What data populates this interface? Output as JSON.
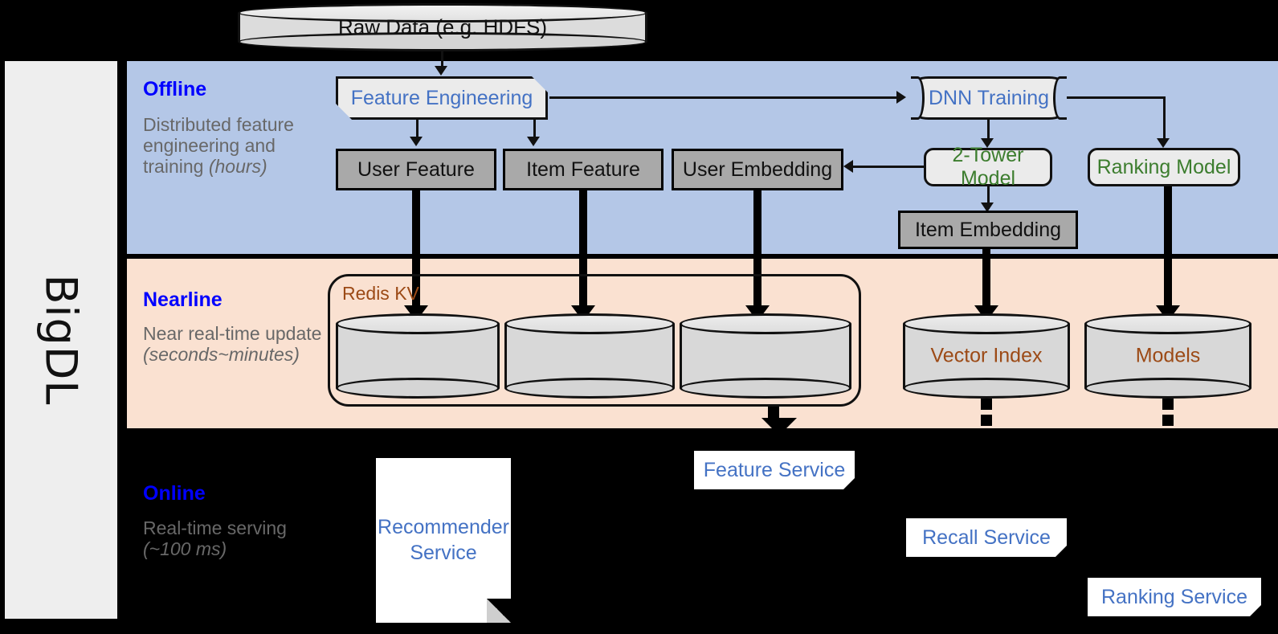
{
  "rail": {
    "label": "BigDL"
  },
  "bands": [
    {
      "id": "offline",
      "title": "Offline",
      "sub_line1": "Distributed feature engineering and training ",
      "sub_italic": "(hours)"
    },
    {
      "id": "nearline",
      "title": "Nearline",
      "sub_line1": "Near real-time update ",
      "sub_italic": "(seconds~minutes)"
    },
    {
      "id": "online",
      "title": "Online",
      "sub_line1": "Real-time serving ",
      "sub_italic": "(~100 ms)"
    }
  ],
  "nodes": {
    "raw_data": "Raw Data (e.g. HDFS)",
    "feature_engineering": "Feature Engineering",
    "dnn_training": "DNN Training",
    "user_feature": "User Feature",
    "item_feature": "Item Feature",
    "user_embedding": "User Embedding",
    "two_tower_model": "2-Tower Model",
    "ranking_model": "Ranking Model",
    "item_embedding": "Item Embedding",
    "redis_kv": "Redis KV",
    "vector_index": "Vector Index",
    "models": "Models",
    "feature_service": "Feature Service",
    "recommender_service": "Recommender Service",
    "recall_service": "Recall Service",
    "ranking_service": "Ranking Service"
  },
  "colors": {
    "offline_band": "#b4c7e7",
    "nearline_band": "#fae1d1",
    "online_band": "#000000",
    "band_title": "#0000ff",
    "band_sub": "#686868",
    "proc_blue_text": "#4472c4",
    "proc_green_text": "#3c7d2e",
    "storage_text": "#9c4a16",
    "gray_box": "#a9a9a9",
    "rail_bg": "#eeeeee"
  }
}
